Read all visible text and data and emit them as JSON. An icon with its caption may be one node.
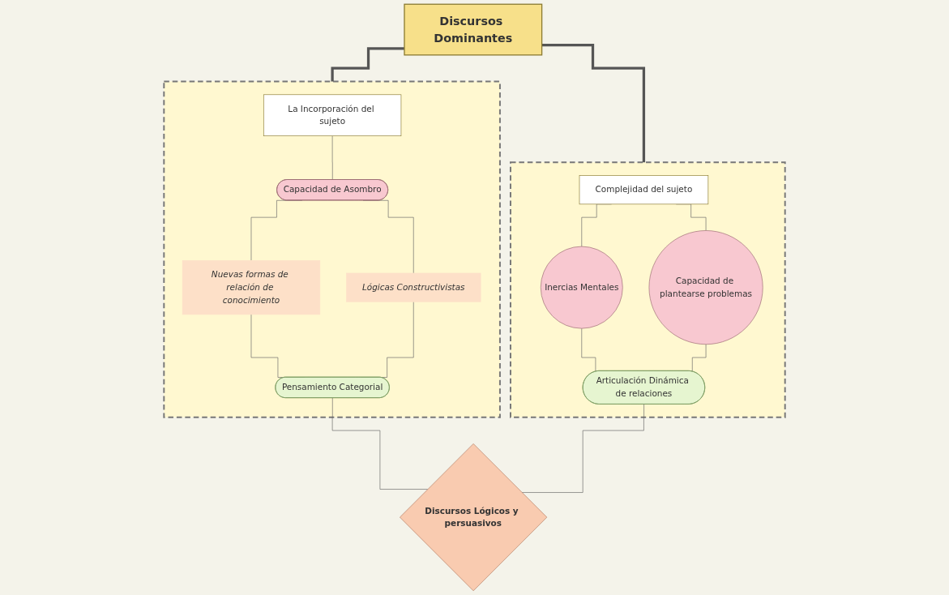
{
  "diagram": {
    "nodes": [
      {
        "text": [
          "Discursos Dominantes"
        ]
      },
      {
        "text": [],
        "shape": "cloud"
      },
      {
        "text": [
          "La Incorporación del sujeto"
        ],
        "in": 1
      },
      {
        "text": [
          "Capacidad de Asombro"
        ],
        "in": 1
      },
      {
        "text": [
          "Nuevas formas de relación de conocimiento"
        ],
        "in": 1
      },
      {
        "text": [
          "Lógicas Constructivistas"
        ],
        "in": 1
      },
      {
        "text": [
          "Pensamiento Categorial"
        ],
        "in": 1
      },
      {
        "text": [],
        "shape": "cloud"
      },
      {
        "text": [
          "Complejidad del sujeto"
        ],
        "in": 7
      },
      {
        "text": [
          "Inercias Mentales"
        ],
        "in": 7
      },
      {
        "text": [
          "Capacidad de plantearse problemas"
        ],
        "in": 7
      },
      {
        "text": [
          "Articulación Dinámica de relaciones"
        ],
        "in": 7
      },
      {
        "text": [
          "Discursos Lógicos y persuasivos"
        ]
      }
    ],
    "edges": [
      {
        "from": 0,
        "to": 1,
        "arrow": "none",
        "style": "thick"
      },
      {
        "from": 0,
        "to": 7,
        "arrow": "none",
        "style": "thick"
      },
      {
        "from": 2,
        "to": 3,
        "arrow": "none"
      },
      {
        "from": 3,
        "to": 4,
        "arrow": "none"
      },
      {
        "from": 3,
        "to": 5,
        "arrow": "none"
      },
      {
        "from": 4,
        "to": 6,
        "arrow": "none"
      },
      {
        "from": 5,
        "to": 6,
        "arrow": "none"
      },
      {
        "from": 8,
        "to": 9,
        "arrow": "none"
      },
      {
        "from": 8,
        "to": 10,
        "arrow": "none"
      },
      {
        "from": 9,
        "to": 11,
        "arrow": "none"
      },
      {
        "from": 10,
        "to": 11,
        "arrow": "none"
      },
      {
        "from": 6,
        "to": 12,
        "arrow": "none"
      },
      {
        "from": 11,
        "to": 12,
        "arrow": "none"
      }
    ]
  }
}
